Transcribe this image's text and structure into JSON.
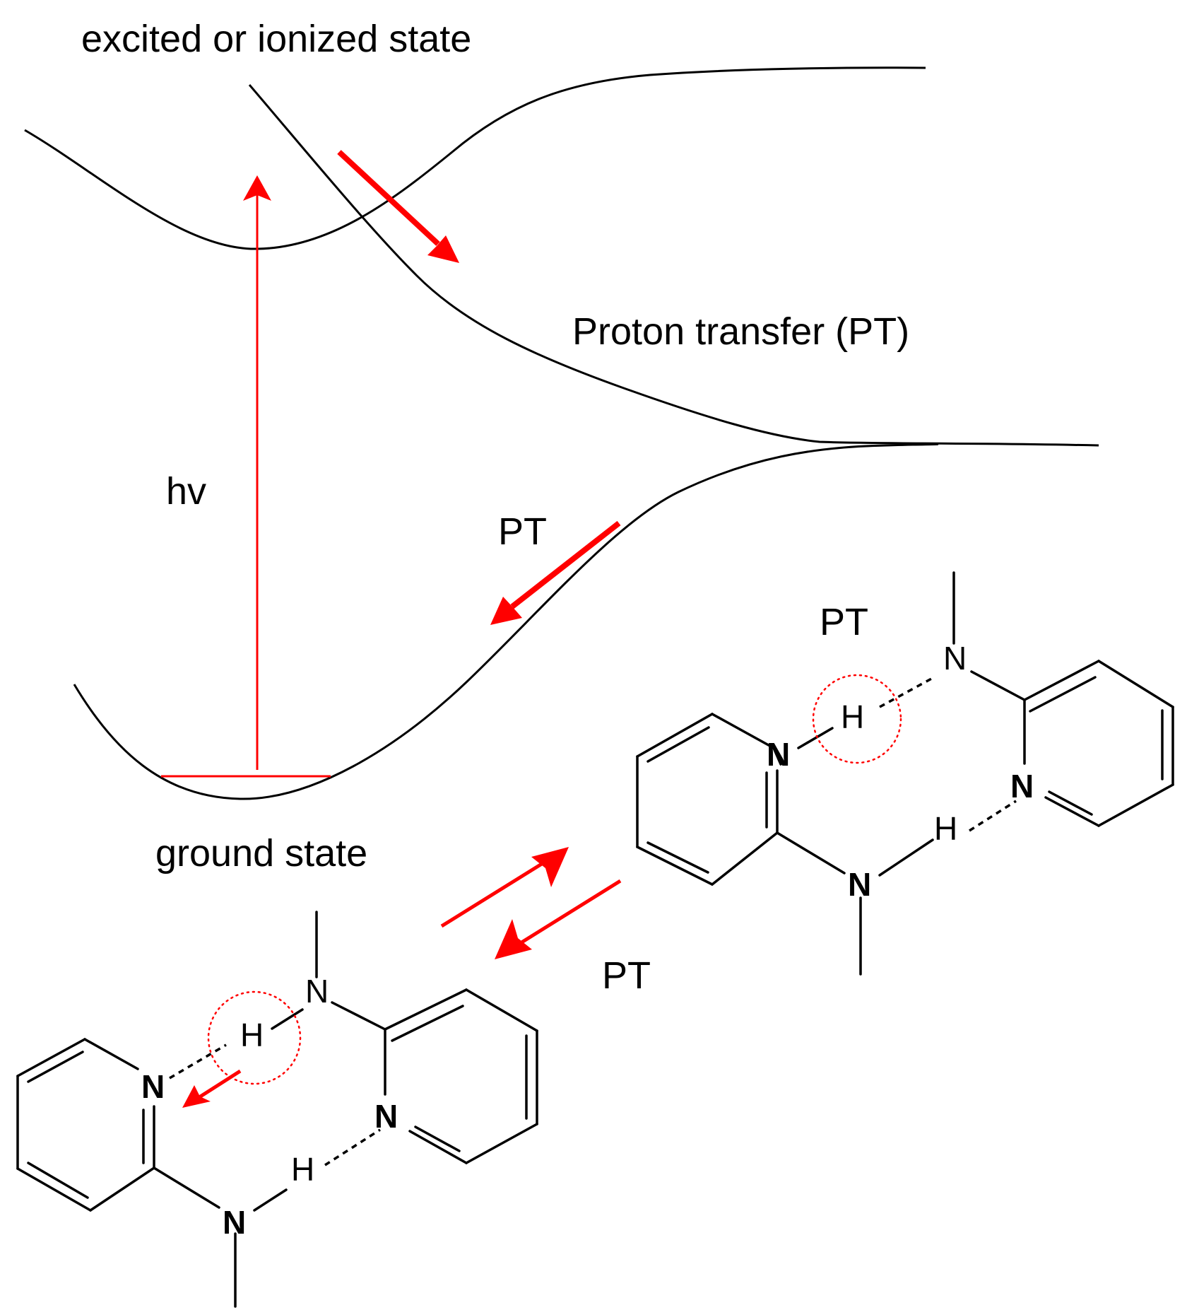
{
  "labels": {
    "excited_state": "excited or ionized state",
    "proton_transfer": "Proton transfer (PT)",
    "hv": "hv",
    "pt_upper": "PT",
    "pt_molecule": "PT",
    "pt_lower": "PT",
    "ground_state": "ground state"
  },
  "molecule_left": {
    "n_amine_top": "N",
    "h_top": "H",
    "n_pyridine_left": "N",
    "n_pyridine_right": "N",
    "h_bottom": "H",
    "n_amine_bottom": "N"
  },
  "molecule_right": {
    "n_amine_top": "N",
    "h_top": "H",
    "n_pyridine_left": "N",
    "n_pyridine_right": "N",
    "h_bottom": "H",
    "n_amine_bottom": "N"
  },
  "colors": {
    "arrow": "#ff0000",
    "curve": "#000000"
  }
}
